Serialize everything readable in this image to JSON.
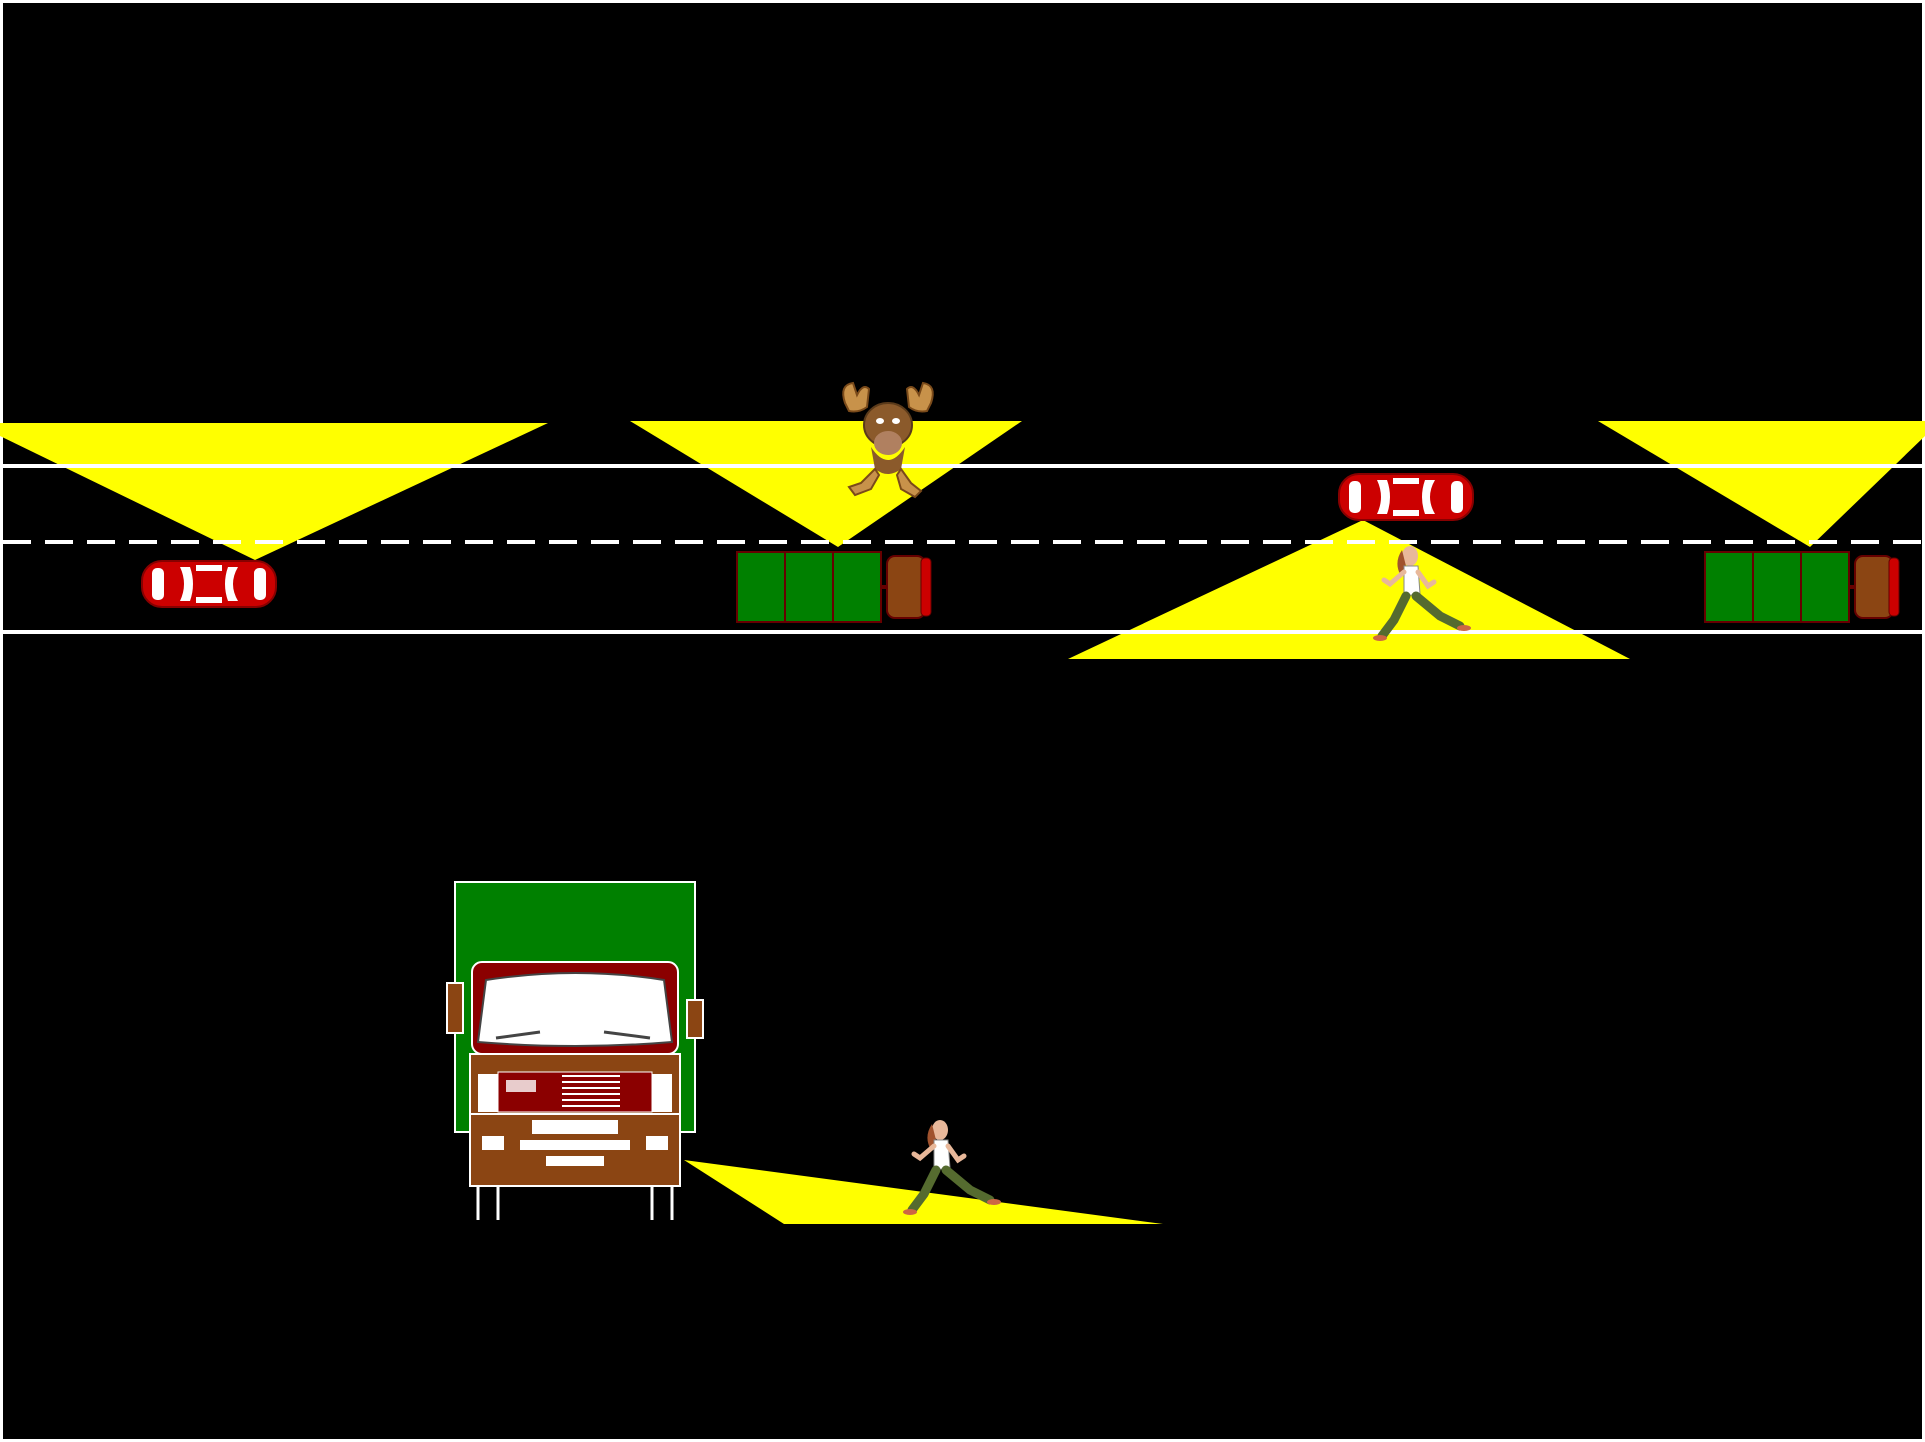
{
  "scene": {
    "description_free": true,
    "colors": {
      "background": "#000000",
      "frame": "#ffffff",
      "road_line": "#ffffff",
      "headlight_beam": "#ffff00",
      "car_body": "#cc0000",
      "truck_cargo": "#008000",
      "truck_cab": "#8b4513",
      "moose": "#a0642a",
      "runner_shirt": "#ffffff",
      "runner_pants": "#556b2f",
      "runner_hair": "#a0522d"
    },
    "top_view": {
      "elements": [
        {
          "kind": "car",
          "direction": "left-to-right",
          "lane": "lower",
          "beam": "up"
        },
        {
          "kind": "truck",
          "direction": "left-to-right",
          "lane": "lower",
          "beam": "up"
        },
        {
          "kind": "moose",
          "position": "roadside-top"
        },
        {
          "kind": "car",
          "direction": "left-to-right",
          "lane": "upper",
          "beam": "down"
        },
        {
          "kind": "runner",
          "position": "lower-lane"
        },
        {
          "kind": "truck",
          "direction": "left-to-right",
          "lane": "lower",
          "beam": "up"
        }
      ]
    },
    "front_view": {
      "elements": [
        {
          "kind": "truck-front"
        },
        {
          "kind": "runner"
        },
        {
          "kind": "headlight-beam"
        }
      ]
    }
  }
}
